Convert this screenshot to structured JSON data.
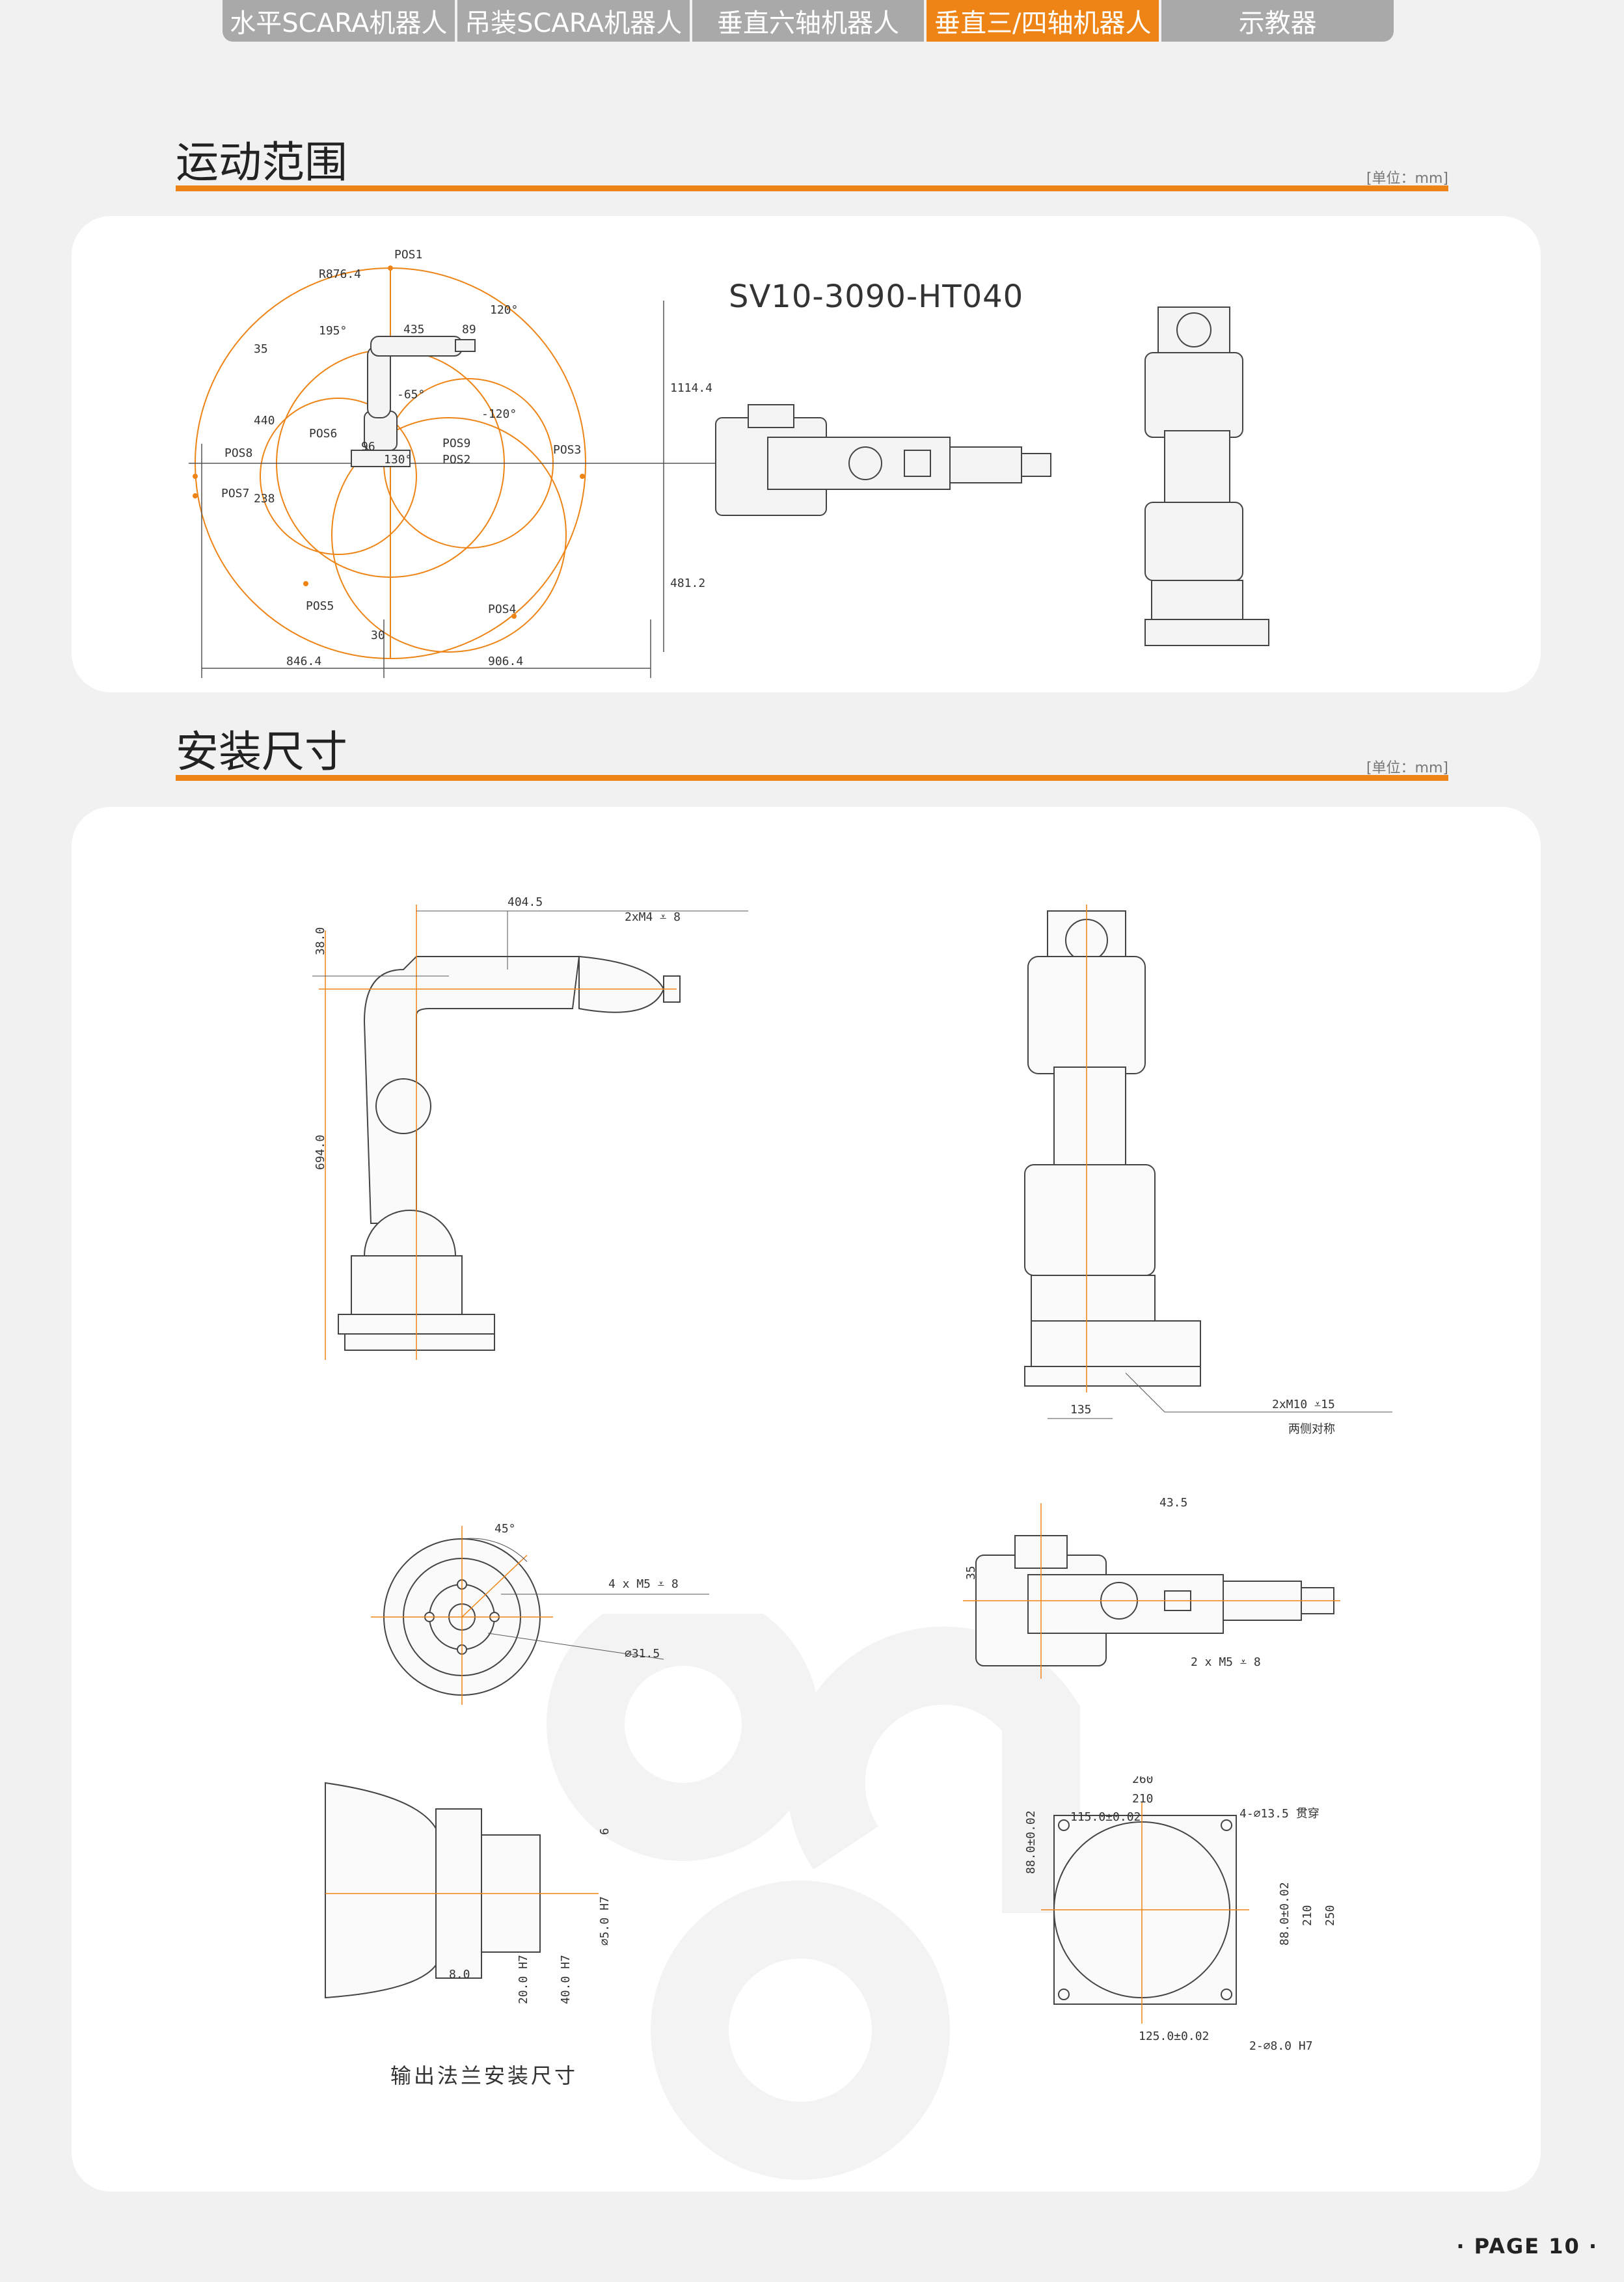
{
  "nav": {
    "tabs": [
      {
        "label": "水平SCARA机器人",
        "active": false
      },
      {
        "label": "吊装SCARA机器人",
        "active": false
      },
      {
        "label": "垂直六轴机器人",
        "active": false
      },
      {
        "label": "垂直三/四轴机器人",
        "active": true
      },
      {
        "label": "示教器",
        "active": false
      }
    ]
  },
  "section1": {
    "title": "运动范围",
    "unit": "[单位：mm]",
    "model": "SV10-3090-HT040",
    "labels": {
      "r": "R876.4",
      "pos1": "POS1",
      "pos2": "POS2",
      "pos3": "POS3",
      "pos4": "POS4",
      "pos5": "POS5",
      "pos6": "POS6",
      "pos7": "POS7",
      "pos8": "POS8",
      "pos9": "POS9",
      "a195": "195°",
      "a120": "120°",
      "am65": "-65°",
      "am120": "-120°",
      "a130": "130°",
      "d435": "435",
      "d89": "89",
      "d35": "35",
      "d440": "440",
      "d238": "238",
      "d96": "96",
      "d1114": "1114.4",
      "d481": "481.2",
      "d30": "30",
      "d846": "846.4",
      "d906": "906.4"
    }
  },
  "section2": {
    "title": "安装尺寸",
    "unit": "[单位：mm]",
    "labels": {
      "d404": "404.5",
      "hole1": "2xM4 ⩡ 8",
      "d38": "38.0",
      "d694": "694.0",
      "d135": "135",
      "hole2": "2xM10 ⩡15",
      "sym": "两侧对称",
      "a45": "45°",
      "hole3": "4 x  M5 ⩡ 8",
      "dia31": "∅31.5",
      "d43": "43.5",
      "d35b": "35",
      "hole4": "2 x  M5 ⩡ 8",
      "d8": "8.0",
      "h20": "20.0 H7",
      "h40": "40.0 H7",
      "h5": "∅5.0 H7",
      "d6": "6",
      "flange_caption": "输出法兰安装尺寸",
      "d260": "260",
      "d210": "210",
      "d115": "115.0±0.02",
      "thru": "4-∅13.5 贯穿",
      "d88a": "88.0±0.02",
      "d88b": "88.0±0.02",
      "d210v": "210",
      "d250": "250",
      "d125": "125.0±0.02",
      "pin": "2-∅8.0 H7"
    }
  },
  "footer": {
    "page": "· PAGE   10   ·"
  }
}
